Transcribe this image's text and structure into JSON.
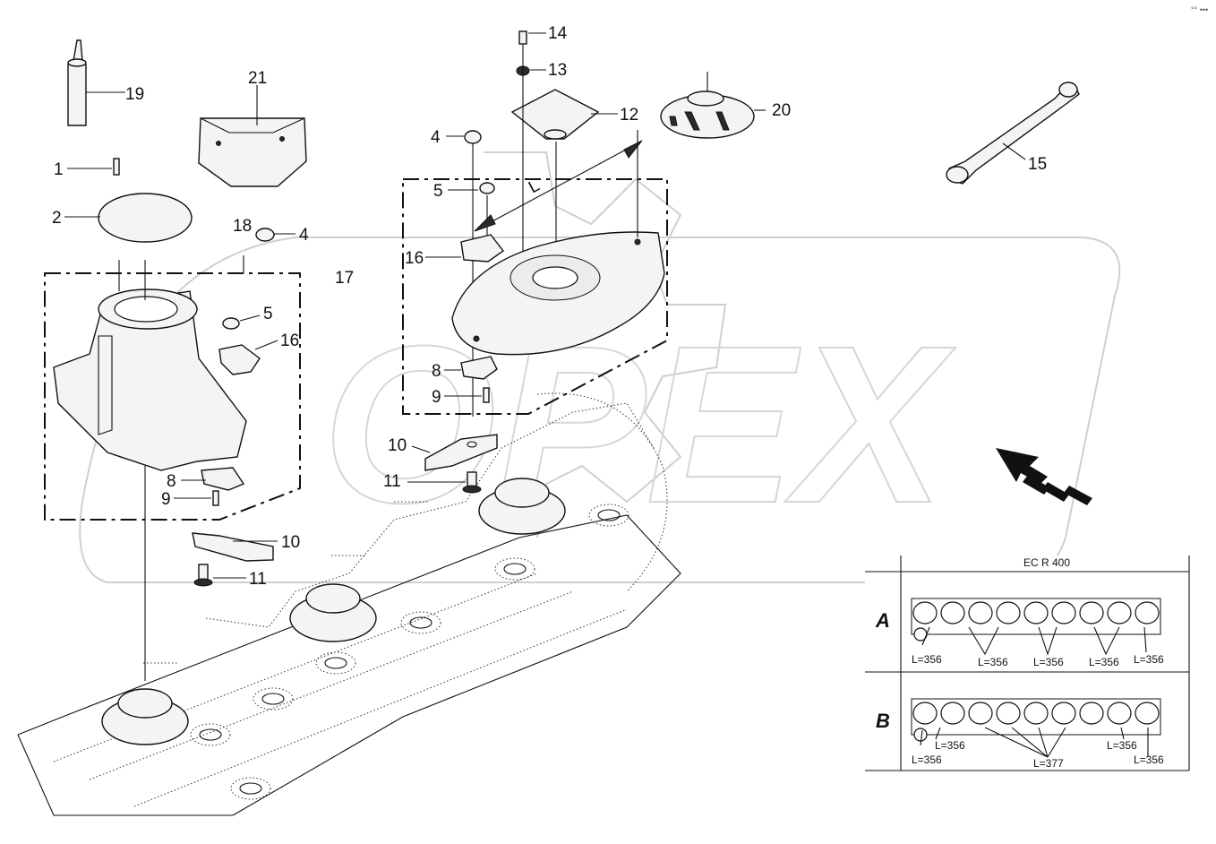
{
  "labels": {
    "p1": "1",
    "p2": "2",
    "p4a": "4",
    "p4b": "4",
    "p5a": "5",
    "p5b": "5",
    "p8a": "8",
    "p8b": "8",
    "p9a": "9",
    "p9b": "9",
    "p10a": "10",
    "p10b": "10",
    "p11a": "11",
    "p11b": "11",
    "p12": "12",
    "p13": "13",
    "p14": "14",
    "p15": "15",
    "p16a": "16",
    "p16b": "16",
    "p17": "17",
    "p18": "18",
    "p19": "19",
    "p20": "20",
    "p21": "21"
  },
  "watermark": {
    "text": "OPEX"
  },
  "inset": {
    "title": "EC R 400",
    "row_a": {
      "letter": "A",
      "lengths": [
        "L=356",
        "L=356",
        "L=356",
        "L=356",
        "L=356"
      ]
    },
    "row_b": {
      "letter": "B",
      "lengths": [
        "L=356",
        "L=356",
        "L=377",
        "L=356",
        "L=356"
      ]
    }
  },
  "corner_mark": "°° •••"
}
